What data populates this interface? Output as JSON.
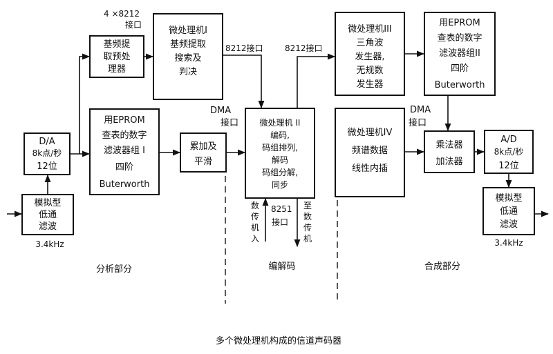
{
  "caption": "多个微处理机构成的信道声码器",
  "sections": {
    "analysis": "分析部分",
    "codec": "编解码",
    "synthesis": "合成部分"
  },
  "blocks": {
    "analog_lpf_in": {
      "lines": [
        "模拟型",
        "低通",
        "滤波"
      ]
    },
    "da": {
      "lines": [
        "D/A",
        "8k点/秒",
        "12位"
      ]
    },
    "preproc": {
      "lines": [
        "基频提",
        "取预处",
        "理器"
      ]
    },
    "filter_bank_1": {
      "lines": [
        "用EPROM",
        "查表的数字",
        "滤波器组 I",
        "四阶",
        "Buterworth"
      ]
    },
    "cpu1": {
      "lines": [
        "微处理机I",
        "基频提取",
        "搜索及",
        "判决"
      ]
    },
    "accum_smooth": {
      "lines": [
        "累加及",
        "平滑"
      ]
    },
    "cpu2": {
      "lines": [
        "微处理机 II",
        "编码,",
        "码组排列,",
        "解码",
        "码组分解,",
        "同步"
      ]
    },
    "cpu3": {
      "lines": [
        "微处理机III",
        "三角波",
        "发生器,",
        "无规数",
        "发生器"
      ]
    },
    "cpu4": {
      "lines": [
        "微处理机IV",
        "频谱数据",
        "线性内插"
      ]
    },
    "filter_bank_2": {
      "lines": [
        "用EPROM",
        "查表的数字",
        "滤波器组II",
        "四阶",
        "Buterworth"
      ]
    },
    "mult_adder": {
      "lines": [
        "乘法器",
        "加法器"
      ]
    },
    "ad": {
      "lines": [
        "A/D",
        "8k点/秒",
        "12位"
      ]
    },
    "analog_lpf_out": {
      "lines": [
        "模拟型",
        "低通",
        "滤波"
      ]
    }
  },
  "labels": {
    "freq_in": "3.4kHz",
    "freq_out": "3.4kHz",
    "iface_4x8212_a": "4 ×8212",
    "iface_4x8212_b": "接口",
    "iface_8212_cpu1": "8212接口",
    "iface_8212_cpu3": "8212接口",
    "dma_left_a": "DMA",
    "dma_left_b": "接口",
    "dma_right_a": "DMA",
    "dma_right_b": "接口",
    "iface_8251_a": "8251",
    "iface_8251_b": "接口",
    "data_in": [
      "数",
      "传",
      "机",
      "入"
    ],
    "data_out": [
      "至",
      "数",
      "传",
      "机"
    ]
  }
}
